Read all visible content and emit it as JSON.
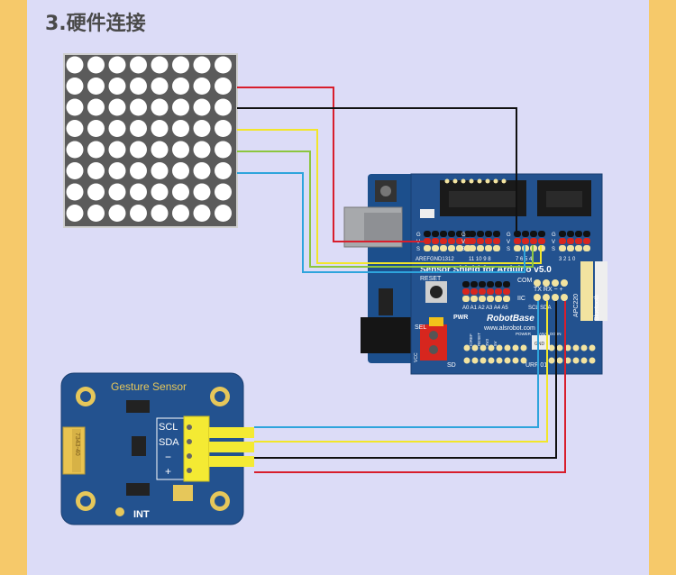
{
  "section": {
    "title": "3.硬件连接"
  },
  "shield": {
    "name": "Sensor Shield for Arduino v5.0",
    "brand": "RobotBase",
    "url": "www.alsrobot.com",
    "reset": "RESET",
    "pwr": "PWR",
    "sel": "SEL",
    "com": "COM",
    "iic": "IIC",
    "sd": "SD",
    "urf": "URF 01",
    "bluetooth": "Bluetooth",
    "apc": "APC220",
    "tx_rx": "TX RX − +",
    "scl_sda": "SCL SDA",
    "aref_row": "AREFGND1312",
    "digital_row": "11 10 9 8",
    "digital_row2": "7  6  5  4",
    "digital_row3": "3  2  1  0",
    "analog_row": "A0 A1 A2 A3 A4 A5",
    "pin_letters": [
      "G",
      "V",
      "S"
    ],
    "power_label": "POWER",
    "gnd_label": "GND",
    "analog_in_label": "ANALOG IN",
    "power_pins": [
      "IOREF",
      "RESET",
      "3V3",
      "5V"
    ],
    "vcc": "VCC"
  },
  "gesture": {
    "title": "Gesture Sensor",
    "pins": [
      "SCL",
      "SDA",
      "−",
      "+"
    ],
    "int": "INT",
    "cap": "7343-40"
  },
  "wire_colors": {
    "red": "#d81e2c",
    "black": "#111111",
    "yellow": "#f2e62a",
    "green": "#8cc63f",
    "blue": "#2ea4dc"
  }
}
